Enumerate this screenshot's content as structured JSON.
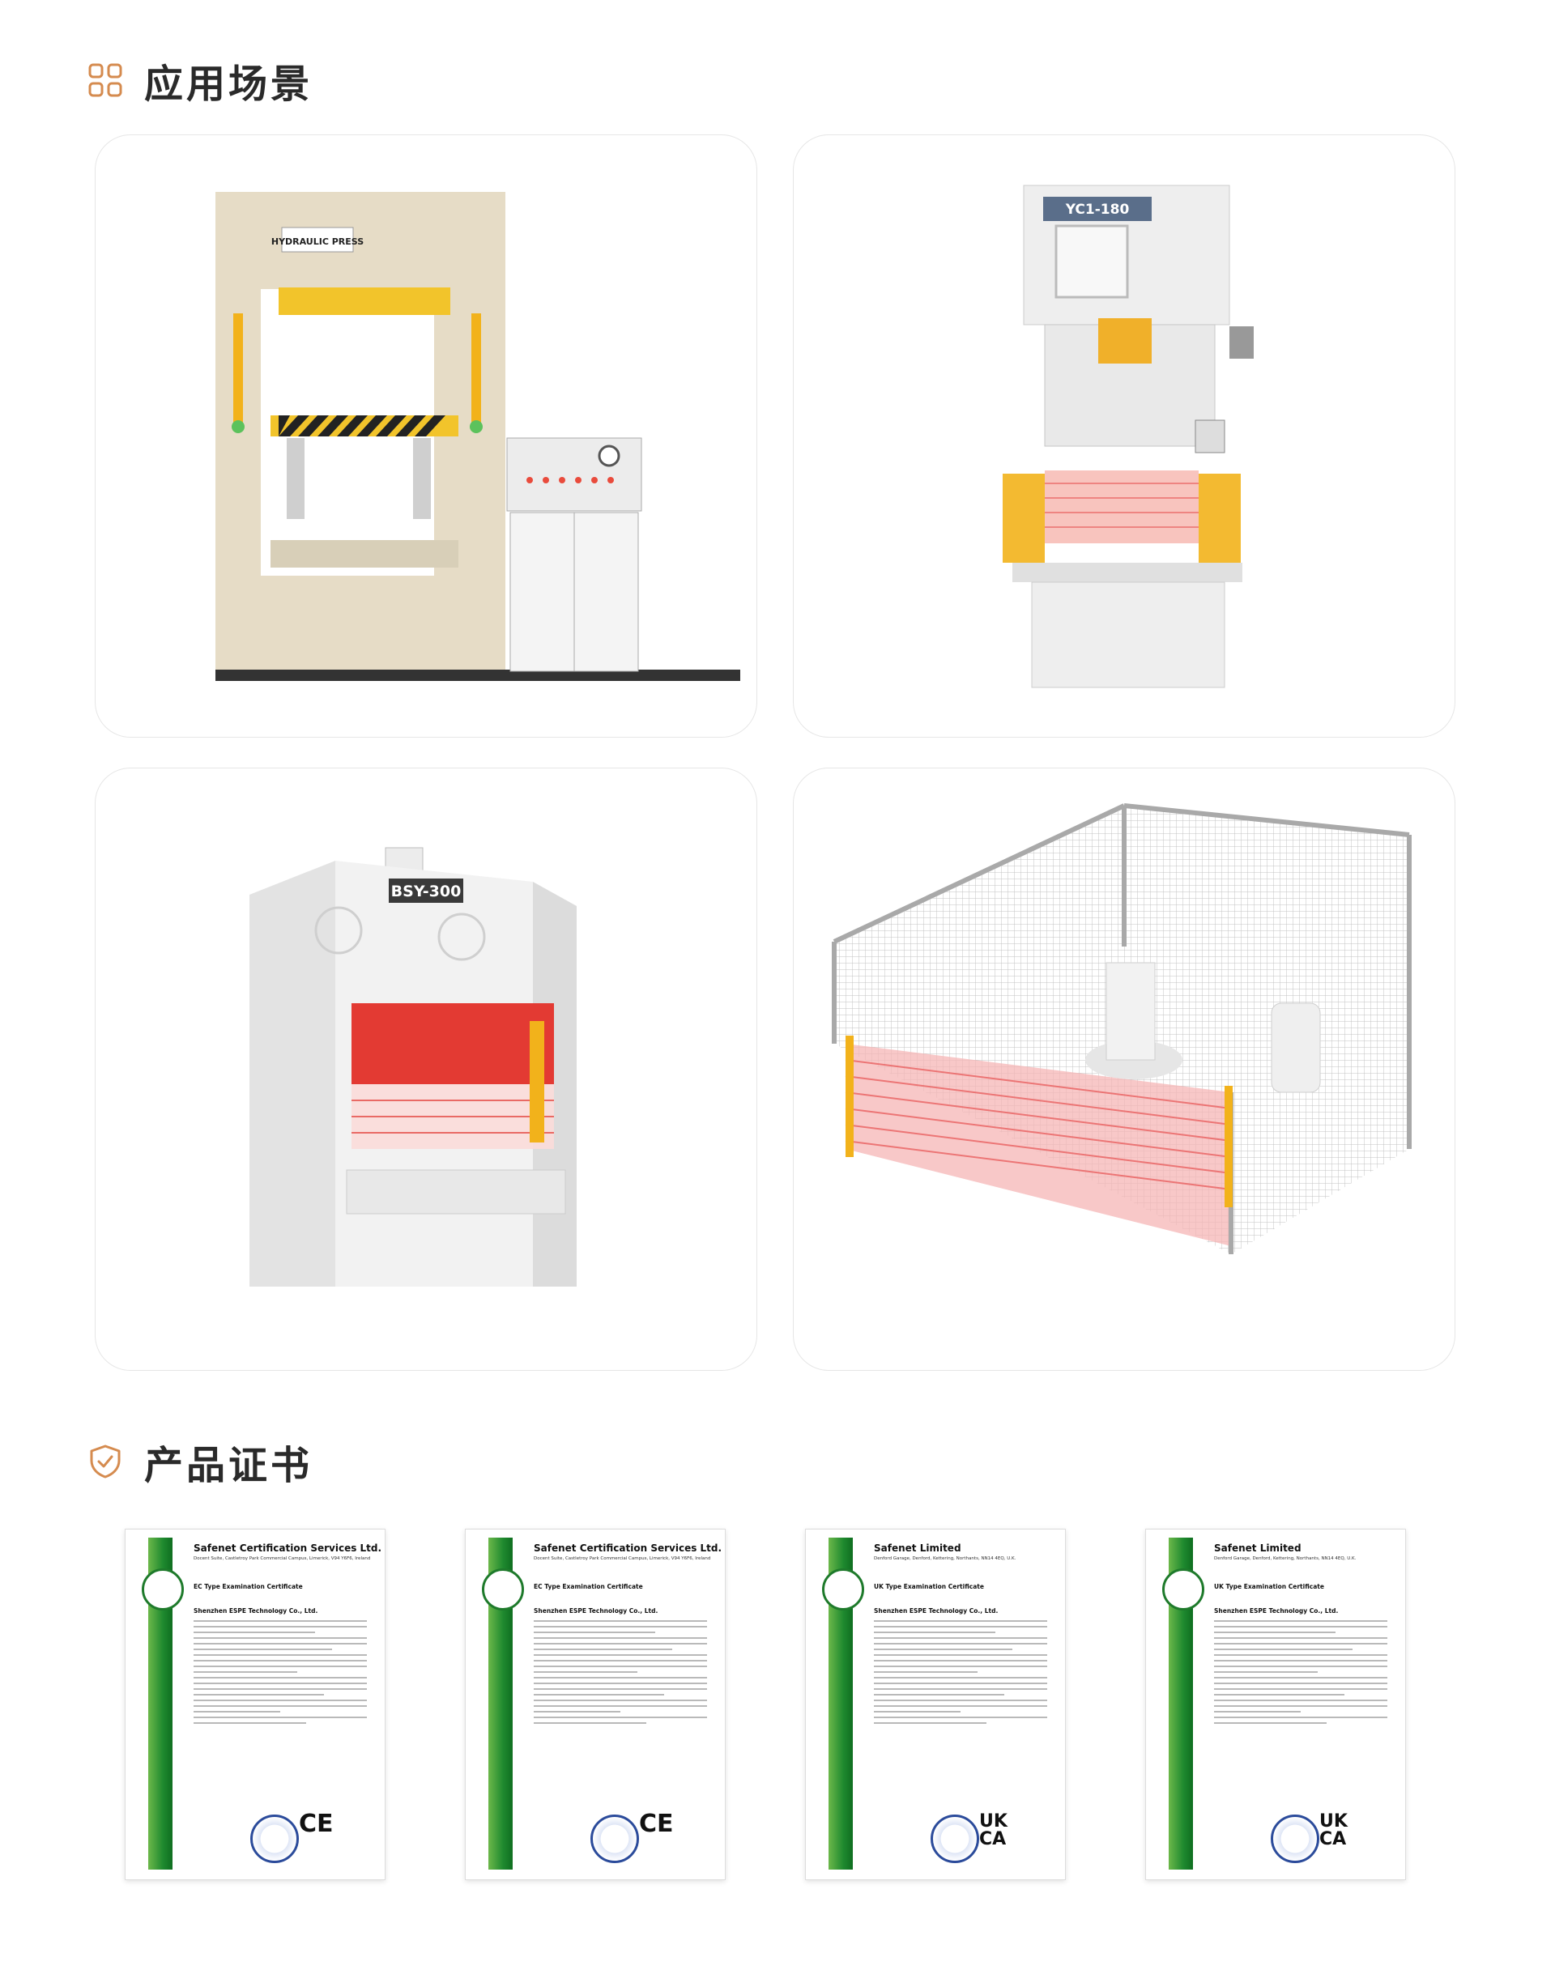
{
  "section1": {
    "title": "应用场景",
    "icon": "grid-icon"
  },
  "scenes": [
    {
      "name": "hydraulic-press",
      "label": "HYDRAULIC PRESS"
    },
    {
      "name": "c-frame-press",
      "label": "YC1-180"
    },
    {
      "name": "straight-side-press",
      "label": "BSY-300"
    },
    {
      "name": "robot-cell-fence",
      "label": ""
    }
  ],
  "section2": {
    "title": "产品证书",
    "icon": "shield-check-icon"
  },
  "certificates": [
    {
      "issuer": "Safenet Certification Services Ltd.",
      "address": "Docent Suite, Castletroy Park Commercial Campus, Limerick, V94 Y6F6, Ireland",
      "title": "EC Type Examination Certificate",
      "holder": "Shenzhen ESPE Technology Co., Ltd.",
      "mark": "CE"
    },
    {
      "issuer": "Safenet Certification Services Ltd.",
      "address": "Docent Suite, Castletroy Park Commercial Campus, Limerick, V94 Y6F6, Ireland",
      "title": "EC Type Examination Certificate",
      "holder": "Shenzhen ESPE Technology Co., Ltd.",
      "mark": "CE"
    },
    {
      "issuer": "Safenet Limited",
      "address": "Denford Garage, Denford, Kettering, Northants, NN14 4EQ, U.K.",
      "title": "UK Type Examination Certificate",
      "holder": "Shenzhen ESPE Technology Co., Ltd.",
      "mark": "UK CA"
    },
    {
      "issuer": "Safenet Limited",
      "address": "Denford Garage, Denford, Kettering, Northants, NN14 4EQ, U.K.",
      "title": "UK Type Examination Certificate",
      "holder": "Shenzhen ESPE Technology Co., Ltd.",
      "mark": "UK CA"
    }
  ],
  "colors": {
    "accent": "#d58b4f",
    "fence_red": "#e85a5a",
    "safety_yellow": "#f2b21b",
    "cert_green": "#1f8a2f"
  }
}
